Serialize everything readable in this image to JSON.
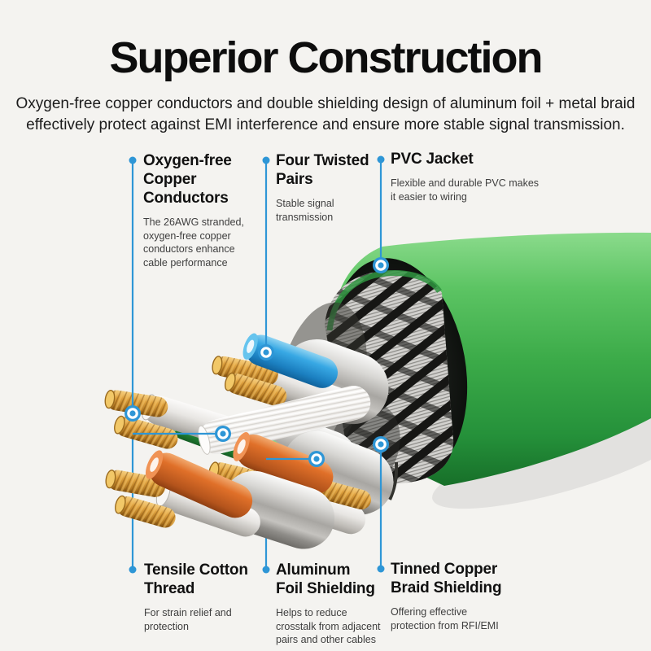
{
  "page": {
    "background_color": "#f4f3f0",
    "accent_color": "#2e96d6"
  },
  "header": {
    "title": "Superior Construction",
    "subtitle": "Oxygen-free copper conductors and double shielding design of aluminum foil + metal braid\neffectively protect against EMI interference and ensure more stable signal transmission."
  },
  "callouts": {
    "top": [
      {
        "heading": "Oxygen-free\nCopper\nConductors",
        "description": "The 26AWG stranded,\noxygen-free copper\nconductors enhance\ncable performance"
      },
      {
        "heading": "Four Twisted\nPairs",
        "description": "Stable signal\ntransmission"
      },
      {
        "heading": "PVC Jacket",
        "description": "Flexible and durable PVC makes\nit easier to wiring"
      }
    ],
    "bottom": [
      {
        "heading": "Tensile Cotton\nThread",
        "description": "For strain relief and\nprotection"
      },
      {
        "heading": "Aluminum\nFoil Shielding",
        "description": "Helps to reduce\ncrosstalk from adjacent\npairs and other cables"
      },
      {
        "heading": "Tinned Copper\nBraid Shielding",
        "description": "Offering effective\nprotection from RFI/EMI"
      }
    ]
  },
  "cable_parts": {
    "jacket_color": "#3cab49",
    "braid_silver": "#cfcecb",
    "foil_color": "#c5c3bf",
    "wire_blue": "#38a8e4",
    "wire_green": "#3fae4c",
    "wire_orange": "#e07029",
    "wire_white": "#e8e6e3",
    "copper_color": "#d99b38",
    "thread_color": "#efedea"
  }
}
